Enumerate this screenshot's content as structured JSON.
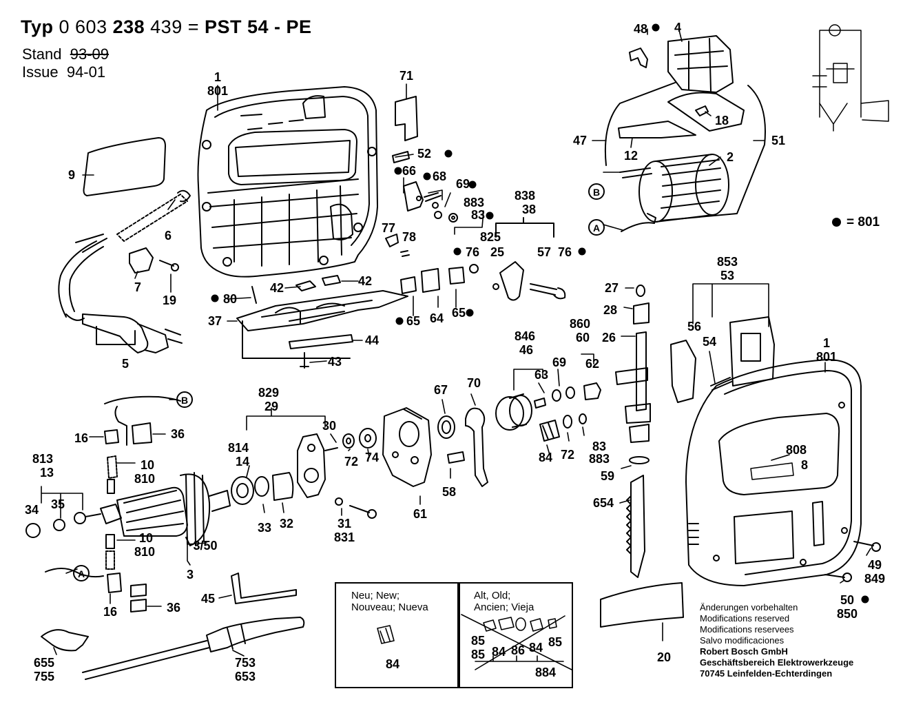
{
  "header": {
    "type_prefix": "Typ",
    "type_number_a": "0 603 ",
    "type_number_b": "238",
    "type_number_c": " 439 = ",
    "model": "PST  54   - PE",
    "stand_label": "Stand",
    "stand_value": "93-09",
    "issue_label": "Issue",
    "issue_value": "94-01"
  },
  "legend": {
    "text": "= 801"
  },
  "notes": [
    "Änderungen vorbehalten",
    "Modifications reserved",
    "Modifications reservees",
    "Salvo modificaciones"
  ],
  "company": [
    "Robert Bosch GmbH",
    "Geschäftsbereich Elektrowerkzeuge",
    "70745 Leinfelden-Echterdingen"
  ],
  "new_box": {
    "lines": [
      "Neu; New;",
      "Nouveau; Nueva"
    ],
    "part": "84"
  },
  "old_box": {
    "lines": [
      "Alt, Old;",
      "Ancien; Vieja"
    ],
    "parts": [
      "85",
      "84",
      "86",
      "84",
      "85",
      "85",
      "884"
    ]
  },
  "labels": [
    {
      "t": "1"
    },
    {
      "t": "801"
    },
    {
      "t": "71"
    },
    {
      "t": "9"
    },
    {
      "t": "52"
    },
    {
      "t": "66"
    },
    {
      "t": "68"
    },
    {
      "t": "69"
    },
    {
      "t": "883"
    },
    {
      "t": "83"
    },
    {
      "t": "6"
    },
    {
      "t": "77"
    },
    {
      "t": "78"
    },
    {
      "t": "7"
    },
    {
      "t": "19"
    },
    {
      "t": "838"
    },
    {
      "t": "38"
    },
    {
      "t": "825"
    },
    {
      "t": "25"
    },
    {
      "t": "57"
    },
    {
      "t": "76"
    },
    {
      "t": "76"
    },
    {
      "t": "80"
    },
    {
      "t": "42"
    },
    {
      "t": "42"
    },
    {
      "t": "37"
    },
    {
      "t": "64"
    },
    {
      "t": "65"
    },
    {
      "t": "65"
    },
    {
      "t": "44"
    },
    {
      "t": "43"
    },
    {
      "t": "5"
    },
    {
      "t": "48"
    },
    {
      "t": "4"
    },
    {
      "t": "18"
    },
    {
      "t": "47"
    },
    {
      "t": "12"
    },
    {
      "t": "2"
    },
    {
      "t": "51"
    },
    {
      "t": "853"
    },
    {
      "t": "53"
    },
    {
      "t": "27"
    },
    {
      "t": "28"
    },
    {
      "t": "26"
    },
    {
      "t": "56"
    },
    {
      "t": "54"
    },
    {
      "t": "1"
    },
    {
      "t": "801"
    },
    {
      "t": "860"
    },
    {
      "t": "60"
    },
    {
      "t": "62"
    },
    {
      "t": "846"
    },
    {
      "t": "46"
    },
    {
      "t": "63"
    },
    {
      "t": "69"
    },
    {
      "t": "67"
    },
    {
      "t": "70"
    },
    {
      "t": "83"
    },
    {
      "t": "883"
    },
    {
      "t": "84"
    },
    {
      "t": "72"
    },
    {
      "t": "58"
    },
    {
      "t": "61"
    },
    {
      "t": "59"
    },
    {
      "t": "654"
    },
    {
      "t": "808"
    },
    {
      "t": "8"
    },
    {
      "t": "49"
    },
    {
      "t": "849"
    },
    {
      "t": "50"
    },
    {
      "t": "850"
    },
    {
      "t": "20"
    },
    {
      "t": "829"
    },
    {
      "t": "29"
    },
    {
      "t": "30"
    },
    {
      "t": "814"
    },
    {
      "t": "14"
    },
    {
      "t": "72"
    },
    {
      "t": "74"
    },
    {
      "t": "33"
    },
    {
      "t": "32"
    },
    {
      "t": "31"
    },
    {
      "t": "831"
    },
    {
      "t": "16"
    },
    {
      "t": "36"
    },
    {
      "t": "10"
    },
    {
      "t": "810"
    },
    {
      "t": "813"
    },
    {
      "t": "13"
    },
    {
      "t": "34"
    },
    {
      "t": "35"
    },
    {
      "t": "10"
    },
    {
      "t": "810"
    },
    {
      "t": "3/50"
    },
    {
      "t": "3"
    },
    {
      "t": "16"
    },
    {
      "t": "36"
    },
    {
      "t": "45"
    },
    {
      "t": "655"
    },
    {
      "t": "755"
    },
    {
      "t": "753"
    },
    {
      "t": "653"
    }
  ],
  "circle_refs": [
    "B",
    "A",
    "B",
    "A"
  ]
}
